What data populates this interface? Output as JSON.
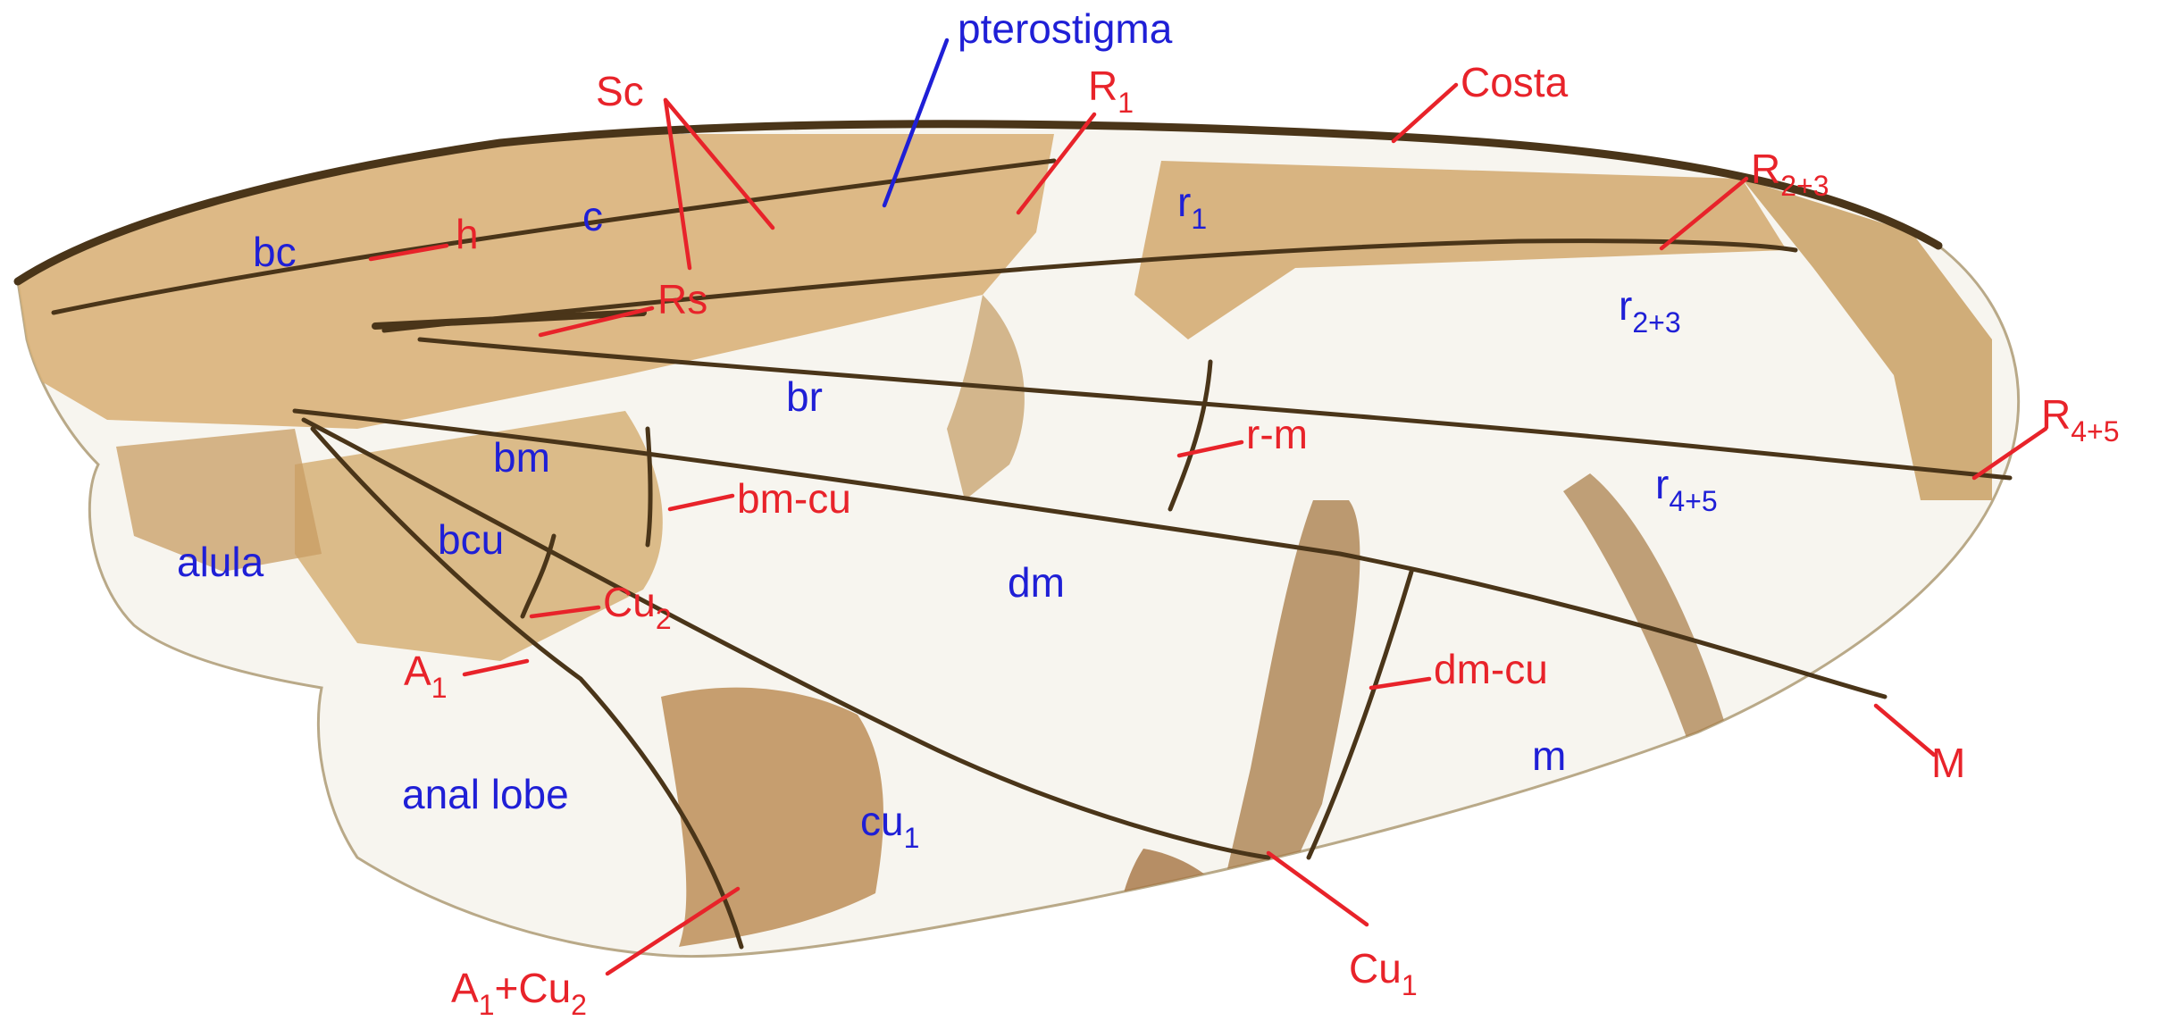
{
  "colors": {
    "vein_label": "#e8232a",
    "cell_label": "#1f1fd6",
    "wing_amber": "#d9b27a",
    "wing_brown": "#9c6b33",
    "membrane": "#f7f5ef",
    "vein": "#4a3519"
  },
  "vein_labels": {
    "sc": "Sc",
    "h": "h",
    "rs": "Rs",
    "r1": {
      "main": "R",
      "sub": "1"
    },
    "costa": "Costa",
    "r23": {
      "main": "R",
      "sub": "2+3"
    },
    "r45": {
      "main": "R",
      "sub": "4+5"
    },
    "rm": "r-m",
    "bmcu": "bm-cu",
    "cu2": {
      "main": "Cu",
      "sub": "2"
    },
    "a1": {
      "main": "A",
      "sub": "1"
    },
    "dmcu": "dm-cu",
    "m": "M",
    "a1cu2": {
      "main1": "A",
      "sub1": "1",
      "main2": "+Cu",
      "sub2": "2"
    },
    "cu1": {
      "main": "Cu",
      "sub": "1"
    }
  },
  "cell_labels": {
    "pterostigma": "pterostigma",
    "bc": "bc",
    "c": "c",
    "r1": {
      "main": "r",
      "sub": "1"
    },
    "r23": {
      "main": "r",
      "sub": "2+3"
    },
    "br": "br",
    "bm": "bm",
    "r45": {
      "main": "r",
      "sub": "4+5"
    },
    "alula": "alula",
    "bcu": "bcu",
    "dm": "dm",
    "m": "m",
    "anal_lobe": "anal lobe",
    "cu1": {
      "main": "cu",
      "sub": "1"
    }
  }
}
